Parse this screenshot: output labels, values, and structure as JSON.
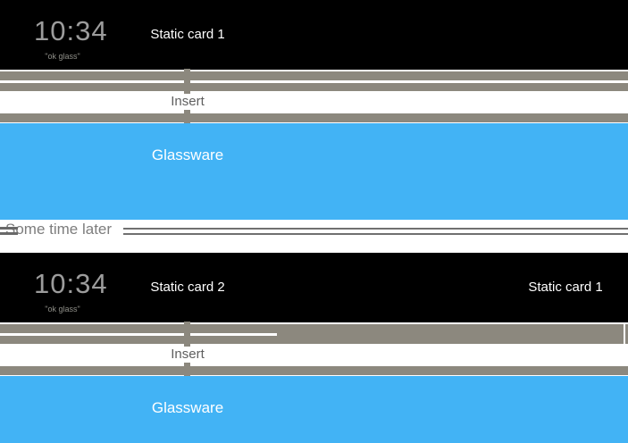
{
  "palette": {
    "card_black": "#000000",
    "bar_gray": "#8c887e",
    "glass_blue": "#42b3f5",
    "separator_line": "#707070"
  },
  "card1": {
    "clock": "10:34",
    "hotword": "\"ok glass\"",
    "label": "Static card 1"
  },
  "timeline1": {
    "insert_label": "Insert",
    "glassware_label": "Glassware"
  },
  "separator": {
    "label": "Some time later"
  },
  "card2": {
    "clock": "10:34",
    "hotword": "\"ok glass\"",
    "label": "Static card 2",
    "aged_label": "Static card 1"
  },
  "timeline2": {
    "insert_label": "Insert",
    "glassware_label": "Glassware"
  }
}
